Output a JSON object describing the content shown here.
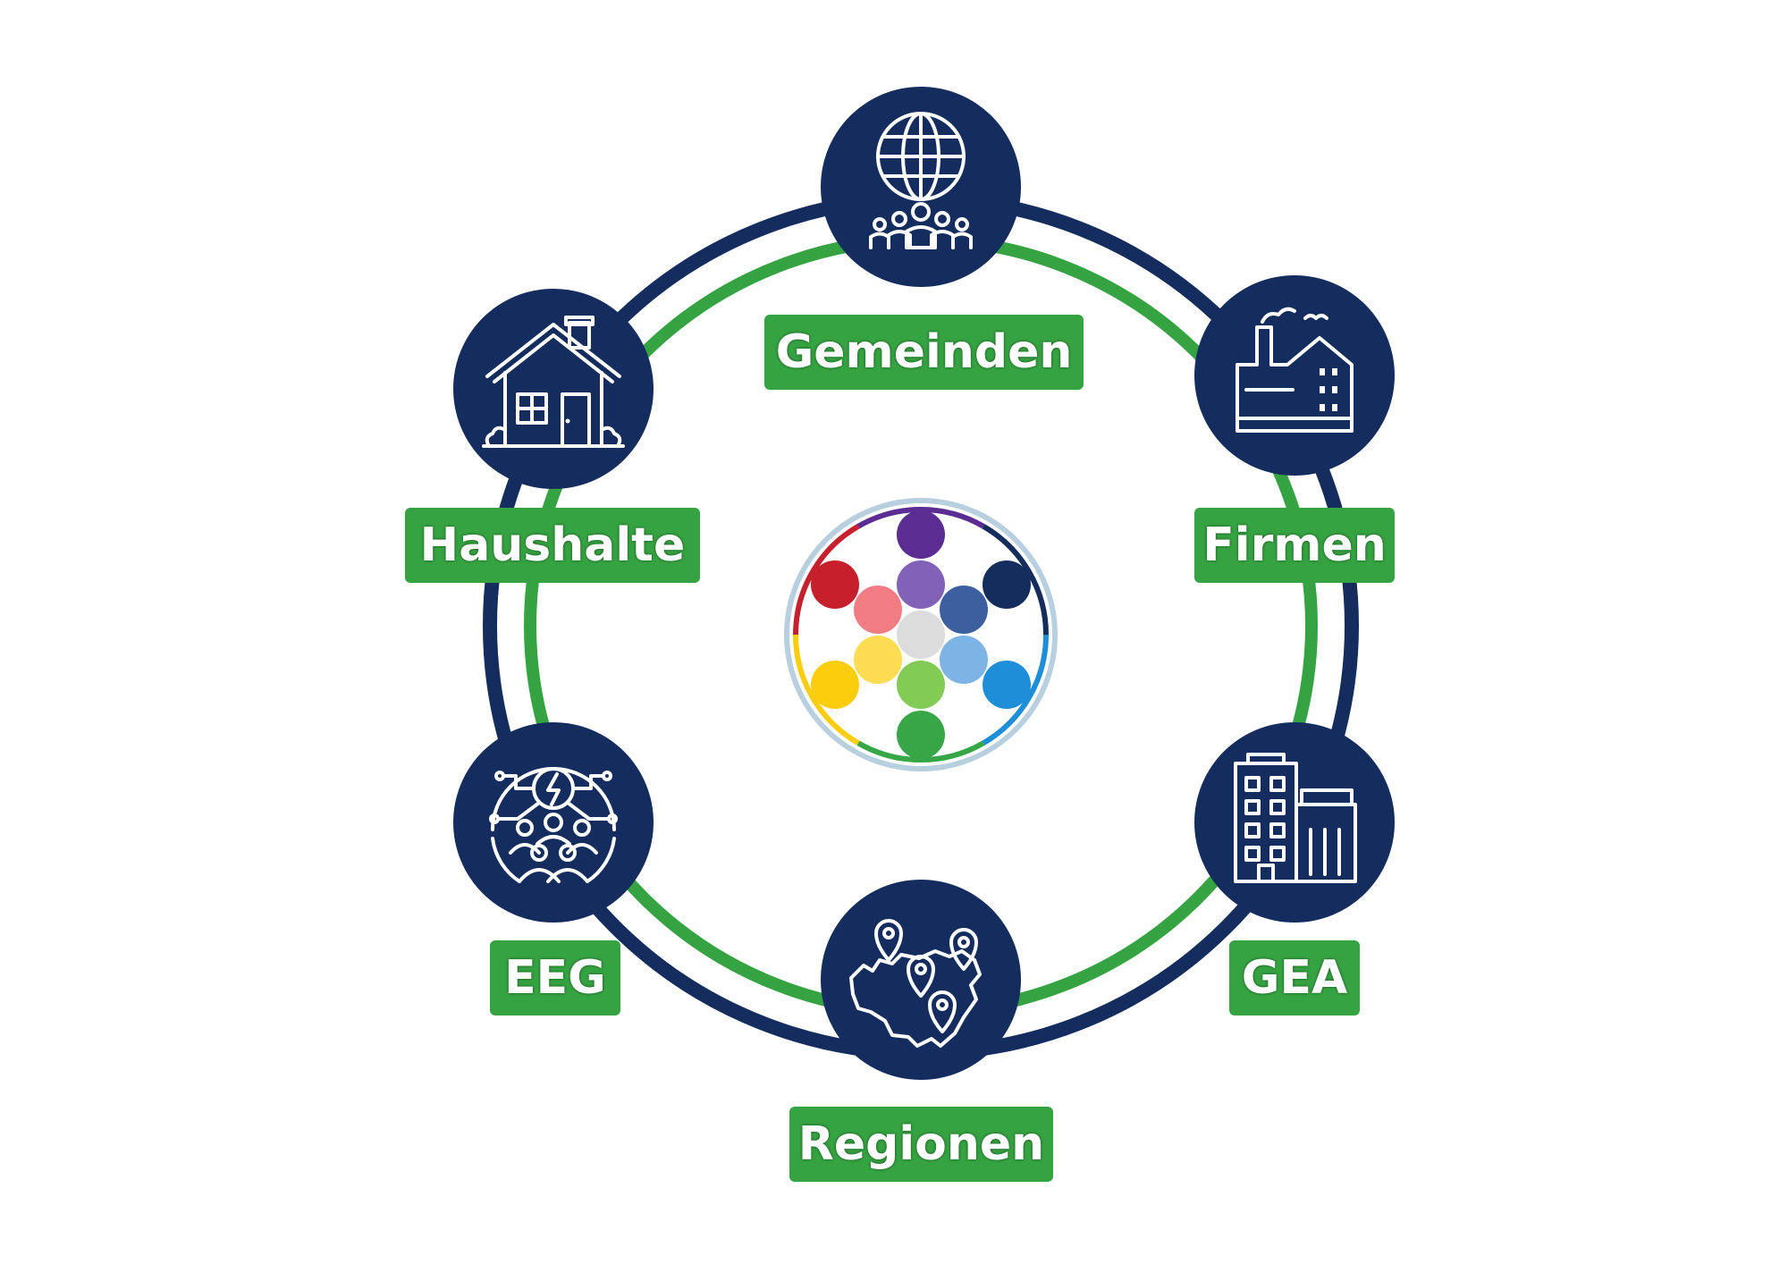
{
  "colors": {
    "navy": "#142d5e",
    "green": "#35a341",
    "white": "#ffffff",
    "logo_ring": "#b8cfe0"
  },
  "nodes": [
    {
      "id": "gemeinden",
      "label": "Gemeinden",
      "icon": "globe-people-icon"
    },
    {
      "id": "firmen",
      "label": "Firmen",
      "icon": "factory-icon"
    },
    {
      "id": "gea",
      "label": "GEA",
      "icon": "office-building-icon"
    },
    {
      "id": "regionen",
      "label": "Regionen",
      "icon": "map-pins-icon"
    },
    {
      "id": "eeg",
      "label": "EEG",
      "icon": "energy-community-icon"
    },
    {
      "id": "haushalte",
      "label": "Haushalte",
      "icon": "house-icon"
    }
  ],
  "center_logo": {
    "icon": "colored-dots-logo-icon",
    "dot_colors": [
      "#5b2c91",
      "#c5202b",
      "#152d5c",
      "#8261b8",
      "#f27c84",
      "#3c5fa0",
      "#dcdcdc",
      "#fbdc52",
      "#7eb3e5",
      "#fbcd0c",
      "#82cc55",
      "#1f8ed8",
      "#36a646"
    ],
    "ring_colors": [
      "#5b2c91",
      "#152d5c",
      "#1f8ed8",
      "#36a646",
      "#fbcd0c",
      "#c5202b"
    ]
  }
}
